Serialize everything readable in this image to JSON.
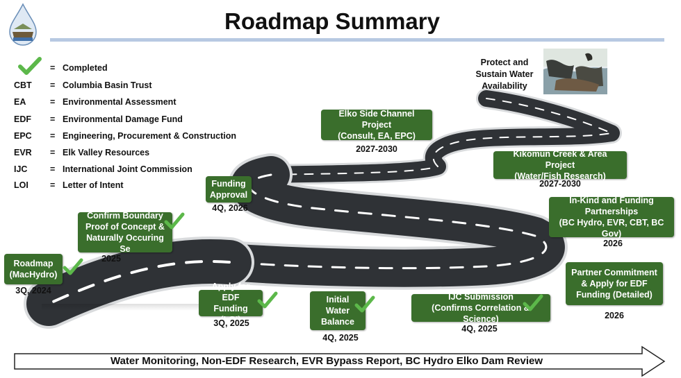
{
  "title": "Roadmap Summary",
  "legend": [
    {
      "abbr": "",
      "def": "Completed",
      "check": true
    },
    {
      "abbr": "CBT",
      "def": "Columbia Basin Trust"
    },
    {
      "abbr": "EA",
      "def": "Environmental Assessment"
    },
    {
      "abbr": "EDF",
      "def": "Environmental Damage Fund"
    },
    {
      "abbr": "EPC",
      "def": "Engineering, Procurement & Construction"
    },
    {
      "abbr": "EVR",
      "def": "Elk Valley Resources"
    },
    {
      "abbr": "IJC",
      "def": "International Joint Commission"
    },
    {
      "abbr": "LOI",
      "def": "Letter of Intent"
    }
  ],
  "equals": "=",
  "milestones": [
    {
      "label": "Roadmap\n(MacHydro)",
      "date": "3Q, 2024",
      "completed": true
    },
    {
      "label": "Confirm Boundary\nProof of Concept &\nNaturally Occuring Se",
      "date": "2025",
      "completed": true
    },
    {
      "label": "Funding\nApproval",
      "date": "4Q, 2026",
      "completed": false
    },
    {
      "label": "Apply for EDF\nFunding (LOI)",
      "date": "3Q, 2025",
      "completed": true
    },
    {
      "label": "Initial\nWater\nBalance",
      "date": "4Q, 2025",
      "completed": true
    },
    {
      "label": "IJC Submission\n(Confirms Correlation & Science)",
      "date": "4Q, 2025",
      "completed": true
    },
    {
      "label": "Elko Side Channel Project\n(Consult, EA, EPC)",
      "date": "2027-2030",
      "completed": false
    },
    {
      "label": "Kikomun Creek & Area Project\n(Water/Fish Research)",
      "date": "2027-2030",
      "completed": false
    },
    {
      "label": "In-Kind and Funding\nPartnerships\n(BC Hydro, EVR, CBT, BC Gov)",
      "date": "2026",
      "completed": false
    },
    {
      "label": "Partner Commitment\n& Apply for EDF\nFunding (Detailed)",
      "date": "2026",
      "completed": false
    }
  ],
  "goal": "Protect and\nSustain Water\nAvailability",
  "arrow_text": "Water Monitoring, Non-EDF Research, EVR Bypass Report, BC Hydro Elko Dam Review",
  "colors": {
    "box": "#3a6e2c",
    "check": "#5cb84a",
    "road": "#2f3236",
    "rule": "#b7c9e2"
  }
}
